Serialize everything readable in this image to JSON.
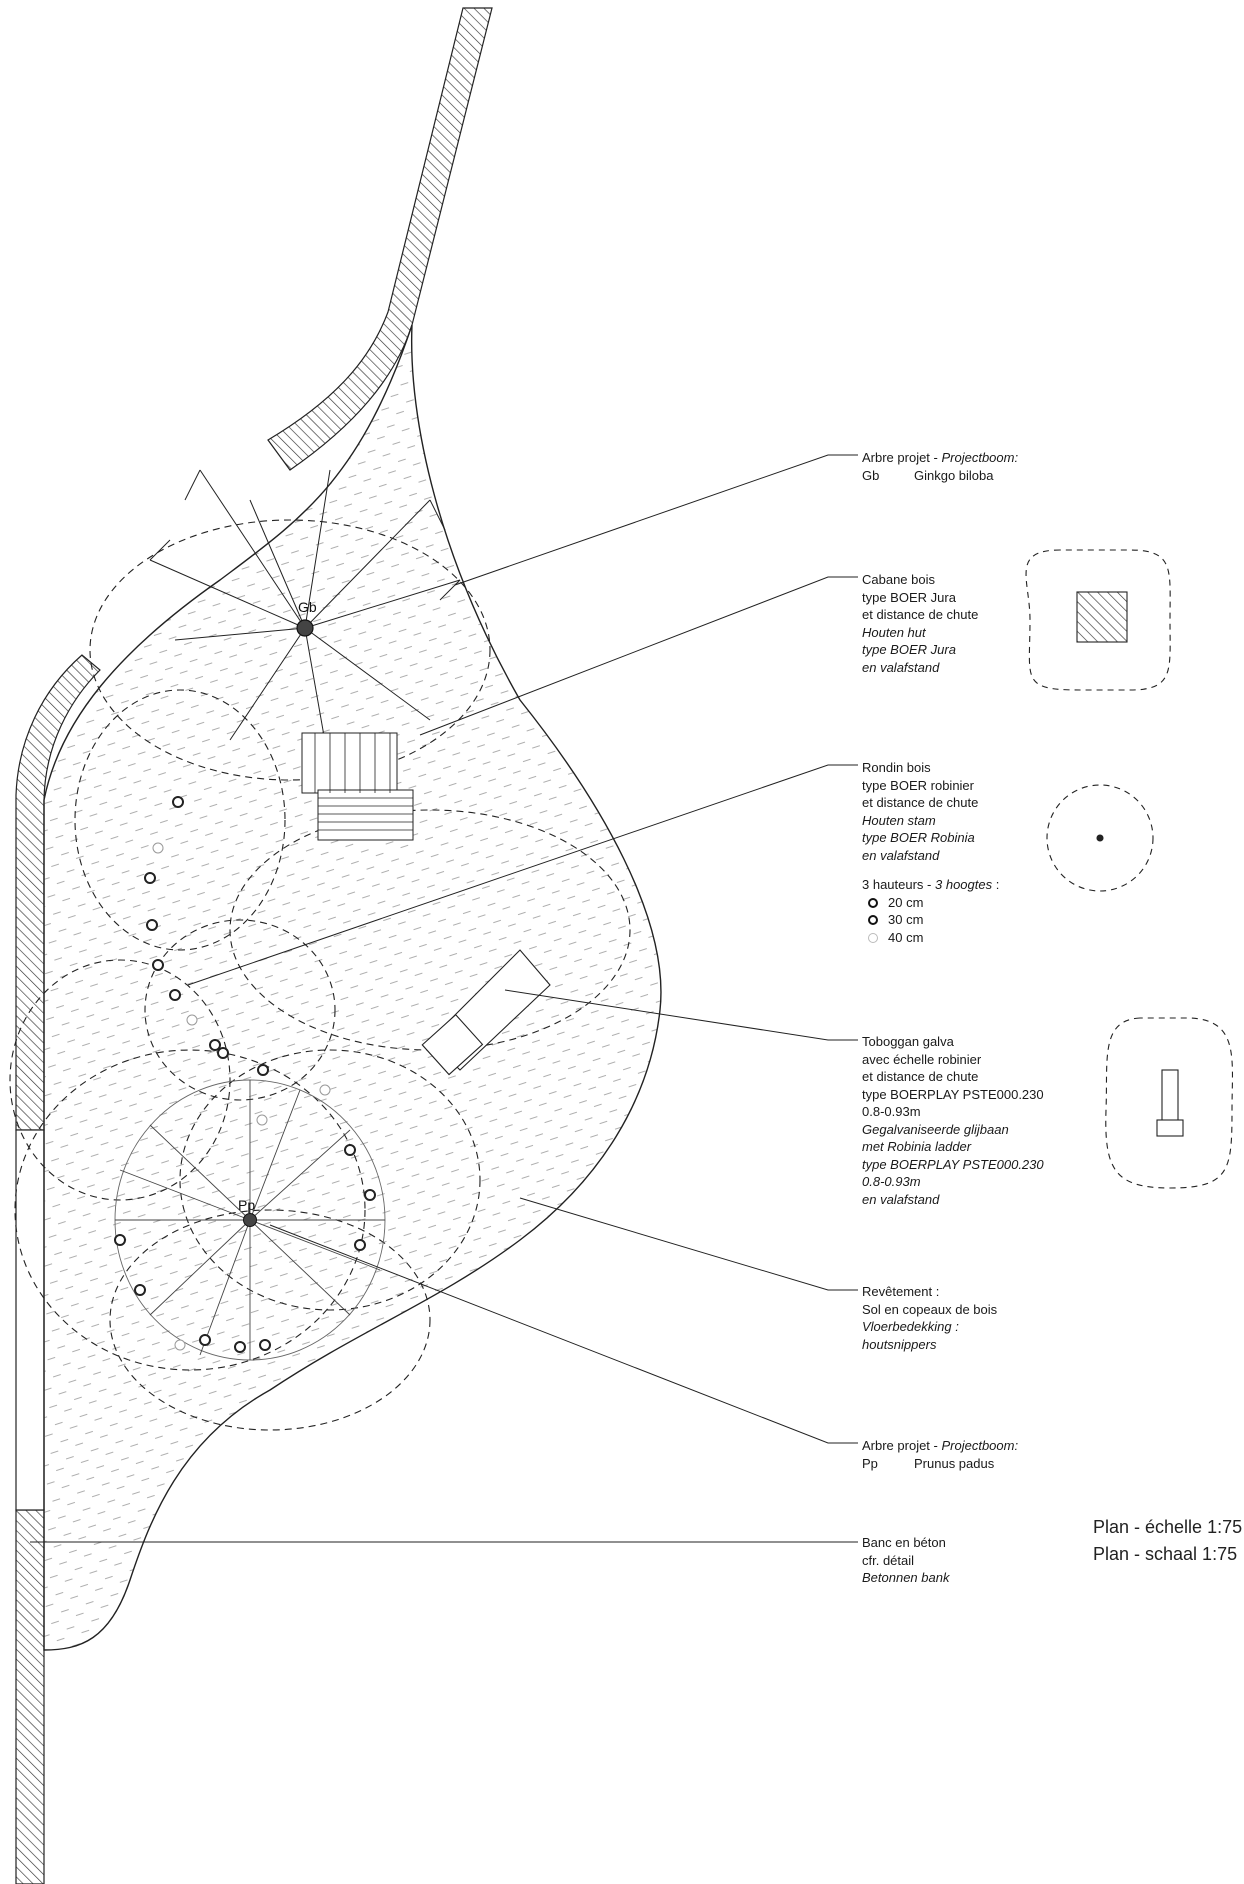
{
  "labels": {
    "tree_gb": {
      "line1_fr": "Arbre projet - ",
      "line1_nl": "Projectboom:",
      "code": "Gb",
      "name": "Ginkgo biloba"
    },
    "cabane": {
      "l1": "Cabane bois",
      "l2": "type BOER Jura",
      "l3": "et distance de chute",
      "l4": "Houten hut",
      "l5": "type BOER Jura",
      "l6": "en valafstand"
    },
    "rondin": {
      "l1": "Rondin bois",
      "l2": "type BOER robinier",
      "l3": "et distance de chute",
      "l4": "Houten stam",
      "l5": "type BOER Robinia",
      "l6": "en valafstand",
      "heights_fr": "3 hauteurs - ",
      "heights_nl": "3 hoogtes",
      "heights_colon": "  :",
      "h20": "20 cm",
      "h30": "30 cm",
      "h40": "40 cm"
    },
    "toboggan": {
      "l1": "Toboggan galva",
      "l2": "avec échelle robinier",
      "l3": "et distance de chute",
      "l4": "type BOERPLAY PSTE000.230",
      "l5": "0.8-0.93m",
      "l6": "Gegalvaniseerde glijbaan",
      "l7": "met Robinia ladder",
      "l8": "type BOERPLAY PSTE000.230",
      "l9": "0.8-0.93m",
      "l10": "en valafstand"
    },
    "revetement": {
      "l1": "Revêtement :",
      "l2": "Sol en copeaux de bois",
      "l3": "Vloerbedekking :",
      "l4": "houtsnippers"
    },
    "tree_pp": {
      "line1_fr": "Arbre projet - ",
      "line1_nl": "Projectboom:",
      "code": "Pp",
      "name": "Prunus padus"
    },
    "banc": {
      "l1": "Banc en béton",
      "l2": "cfr. détail",
      "l3": "Betonnen bank"
    }
  },
  "tree_tags": {
    "gb": "Gb",
    "pp": "Pp"
  },
  "scale": {
    "fr": "Plan - échelle 1:75",
    "nl": "Plan - schaal 1:75"
  },
  "colors": {
    "ink": "#1a1a1a",
    "hatch": "#555555",
    "light": "#bbbbbb"
  }
}
